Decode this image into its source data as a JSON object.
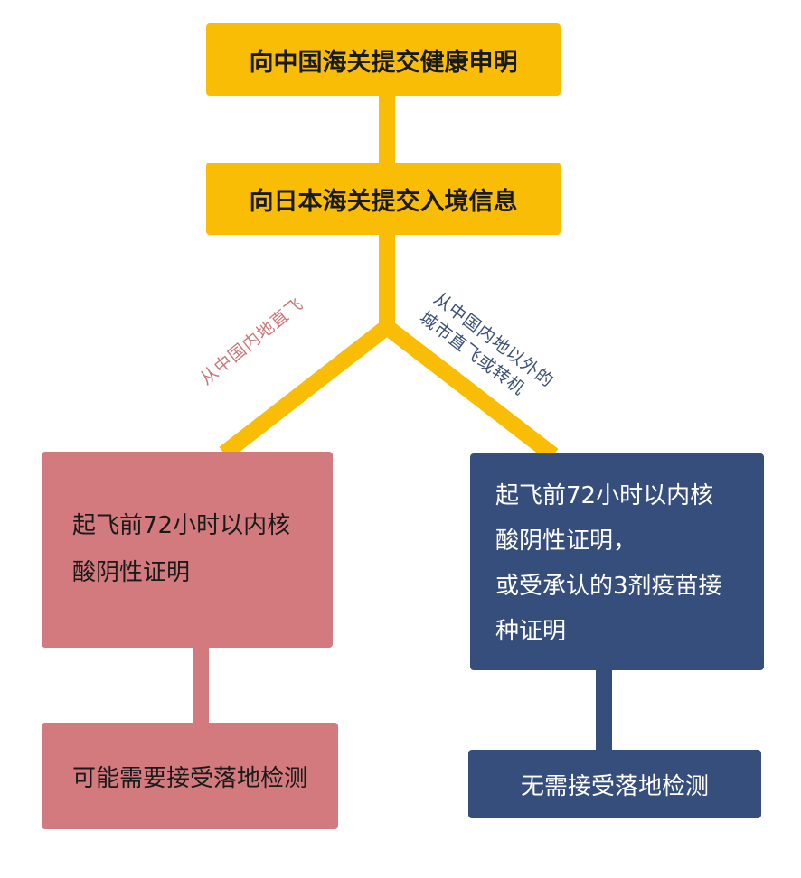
{
  "flowchart": {
    "step_health_declaration": "向中国海关提交健康申明",
    "step_entry_info": "向日本海关提交入境信息",
    "branches": {
      "left": {
        "label": "从中国内地直飞",
        "requirement_lines": [
          "起飞前72小时以内核",
          "酸阴性证明"
        ],
        "result": "可能需要接受落地检测"
      },
      "right": {
        "label_lines": [
          "从中国内地以外的",
          "城市直飞或转机"
        ],
        "requirement_lines": [
          "起飞前72小时以内核",
          "酸阴性证明，",
          "或受承认的3剂疫苗接",
          "种证明"
        ],
        "result": "无需接受落地检测"
      }
    }
  },
  "colors": {
    "yellow": "#f8bd04",
    "pink": "#d27a7d",
    "navy": "#364e7b",
    "connector_pink": "#d27a7d",
    "connector_navy": "#364e7b"
  }
}
